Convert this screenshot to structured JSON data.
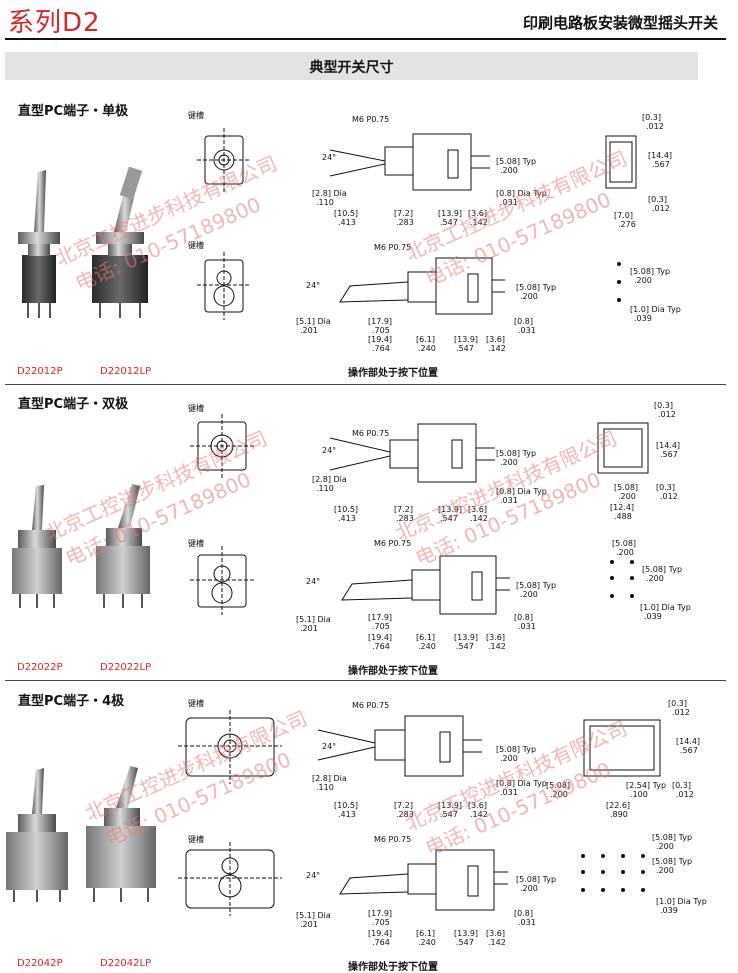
{
  "header": {
    "series_title": "系列D2",
    "subtitle": "印刷电路板安装微型摇头开关"
  },
  "banner": "典型开关尺寸",
  "labels": {
    "keyway": "键槽",
    "thread": "M6 P0.75",
    "caption": "操作部处于按下位置",
    "angle": "24°",
    "typ": "Typ",
    "dia": "Dia",
    "dia_typ": "Dia Typ"
  },
  "sections": [
    {
      "title": "直型PC端子・单极",
      "models": [
        "D22012P",
        "D22012LP"
      ]
    },
    {
      "title": "直型PC端子・双极",
      "models": [
        "D22022P",
        "D22022LP"
      ]
    },
    {
      "title": "直型PC端子・4极",
      "models": [
        "D22042P",
        "D22042LP"
      ]
    }
  ],
  "dims": {
    "side_bottom": [
      "[10.5]",
      ".413",
      "[7.2]",
      ".283",
      "[13.9]",
      ".547",
      "[3.6]",
      ".142"
    ],
    "dia_28": [
      "[2.8] Dia",
      ".110"
    ],
    "pin_508": [
      "[5.08] Typ",
      ".200"
    ],
    "pin_08": [
      "[0.8] Dia Typ",
      ".031"
    ],
    "pin_08_plain": [
      "[0.8]",
      ".031"
    ],
    "lower_bottom": [
      "[17.9]",
      ".705",
      "[19.4]",
      ".764",
      "[6.1]",
      ".240",
      "[13.9]",
      ".547",
      "[3.6]",
      ".142"
    ],
    "dia_51": [
      "[5.1] Dia",
      ".201"
    ],
    "dim_03": [
      "[0.3]",
      ".012"
    ],
    "dim_144": [
      "[14.4]",
      ".567"
    ],
    "dim_70": [
      "[7.0]",
      ".276"
    ],
    "dim_508": [
      "[5.08]",
      ".200"
    ],
    "dim_124": [
      "[12.4]",
      ".488"
    ],
    "dim_226": [
      "[22.6]",
      ".890"
    ],
    "dim_254": [
      "[2.54] Typ",
      ".100"
    ],
    "pin_10": [
      "[1.0] Dia Typ",
      ".039"
    ],
    "pin_508_plain": [
      "[5.08] Typ",
      ".200"
    ]
  },
  "watermark": [
    "北京工控进步科技有限公司",
    "电话: 010-57189800"
  ],
  "colors": {
    "accent": "#d4282a",
    "banner_bg": "#e3e3e3",
    "watermark": "#e87a7a"
  }
}
